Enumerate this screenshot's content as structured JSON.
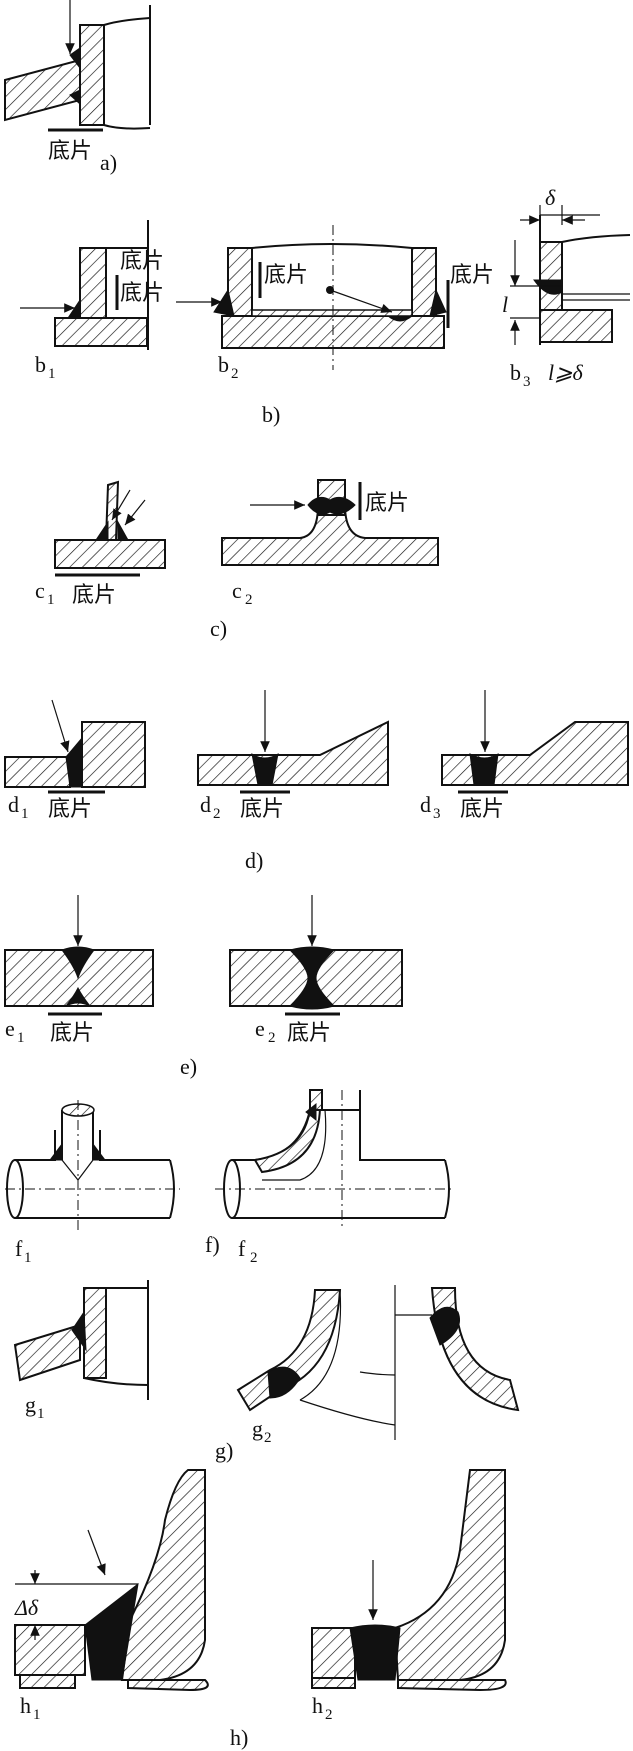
{
  "film_label": "底片",
  "groups": [
    {
      "id": "a",
      "caption": "a)",
      "parts": []
    },
    {
      "id": "b",
      "caption": "b)",
      "parts": [
        {
          "letter": "b",
          "sub": "1"
        },
        {
          "letter": "b",
          "sub": "2"
        },
        {
          "letter": "b",
          "sub": "3"
        }
      ]
    },
    {
      "id": "c",
      "caption": "c)",
      "parts": [
        {
          "letter": "c",
          "sub": "1"
        },
        {
          "letter": "c",
          "sub": "2"
        }
      ]
    },
    {
      "id": "d",
      "caption": "d)",
      "parts": [
        {
          "letter": "d",
          "sub": "1"
        },
        {
          "letter": "d",
          "sub": "2"
        },
        {
          "letter": "d",
          "sub": "3"
        }
      ]
    },
    {
      "id": "e",
      "caption": "e)",
      "parts": [
        {
          "letter": "e",
          "sub": "1"
        },
        {
          "letter": "e",
          "sub": "2"
        }
      ]
    },
    {
      "id": "f",
      "caption": "f)",
      "parts": [
        {
          "letter": "f",
          "sub": "1"
        },
        {
          "letter": "f",
          "sub": "2"
        }
      ]
    },
    {
      "id": "g",
      "caption": "g)",
      "parts": [
        {
          "letter": "g",
          "sub": "1"
        },
        {
          "letter": "g",
          "sub": "2"
        }
      ]
    },
    {
      "id": "h",
      "caption": "h)",
      "parts": [
        {
          "letter": "h",
          "sub": "1"
        },
        {
          "letter": "h",
          "sub": "2"
        }
      ]
    }
  ],
  "b3_dims": {
    "thickness": "δ",
    "length": "l",
    "condition": "l⩾δ"
  },
  "h1_dims": {
    "offset": "Δδ"
  }
}
